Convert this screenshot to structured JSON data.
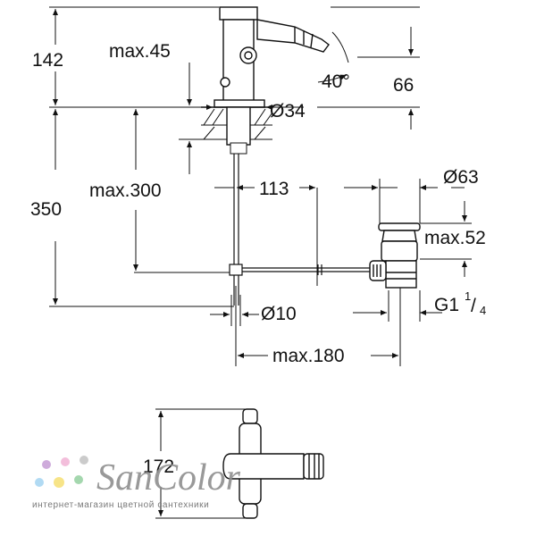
{
  "dimensions": {
    "d142": "142",
    "max45": "max.45",
    "angle40": "40°",
    "d66": "66",
    "dia34": "Ø34",
    "d350": "350",
    "max300": "max.300",
    "d113": "113",
    "dia63": "Ø63",
    "max52": "max.52",
    "g_prefix": "G1",
    "g_sup": "1",
    "g_sub": "4",
    "dia10": "Ø10",
    "max180": "max.180",
    "d172": "172"
  },
  "watermark": {
    "logo": "SanColor",
    "tagline": "интернет-магазин цветной сантехники",
    "dot_colors": [
      "#c9a2d8",
      "#f2b8d8",
      "#a9d7f2",
      "#f7e27c",
      "#9bd3a6",
      "#c6c6c6"
    ]
  }
}
